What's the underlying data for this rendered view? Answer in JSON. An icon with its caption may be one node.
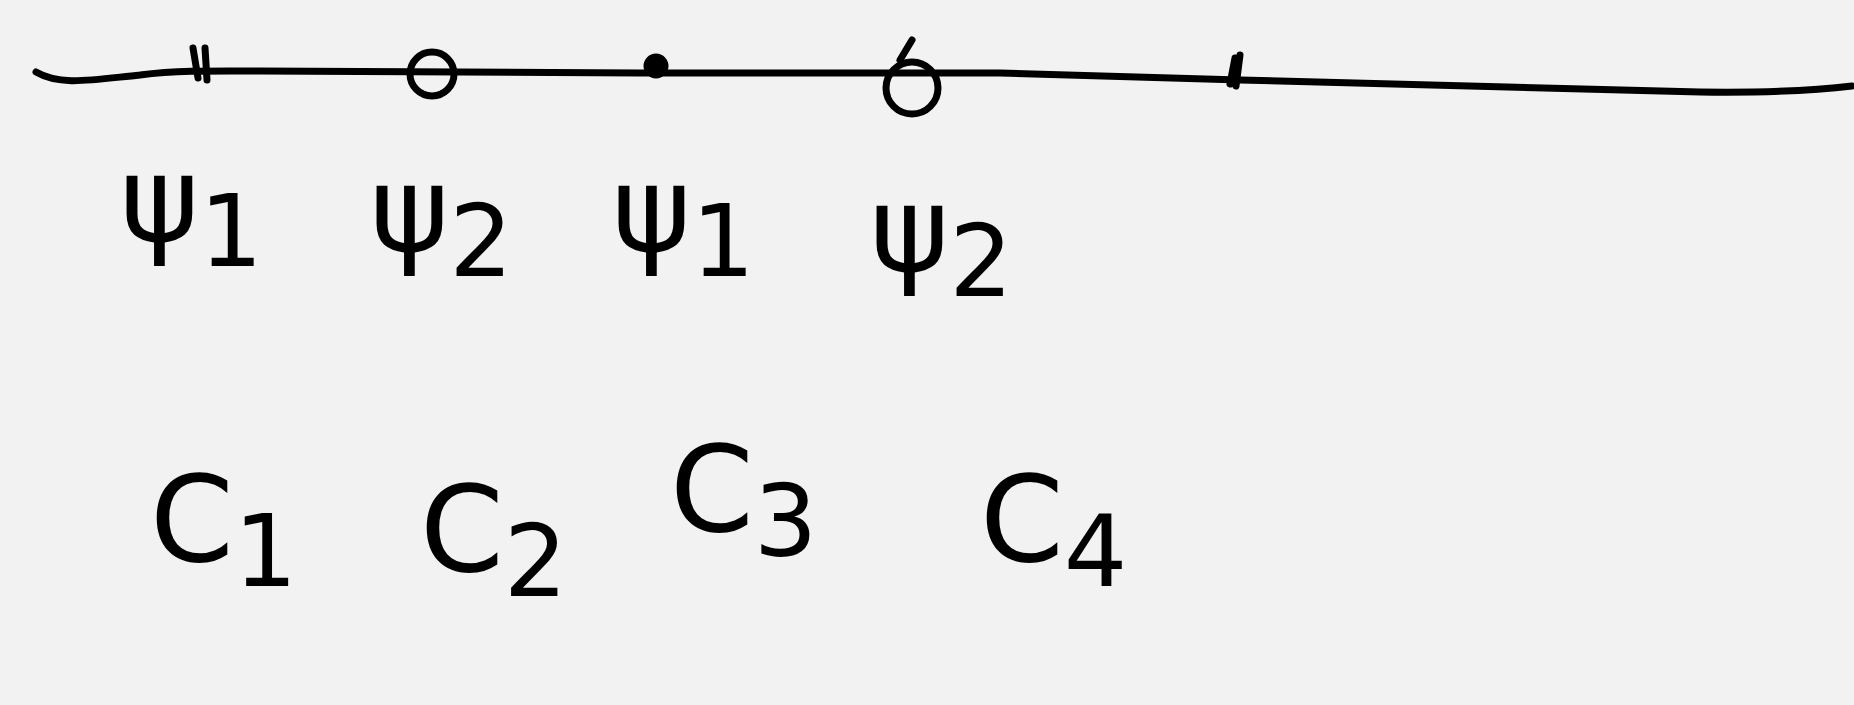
{
  "diagram": {
    "labels": [
      "ψ$_{1}$",
      "ψ$_{2}$",
      "ψ$_{1}$",
      "ψ$_{2}$",
      "C$_{1}$",
      "C$_{2}$",
      "C$_{3}$",
      "C$_{4}$"
    ]
  }
}
